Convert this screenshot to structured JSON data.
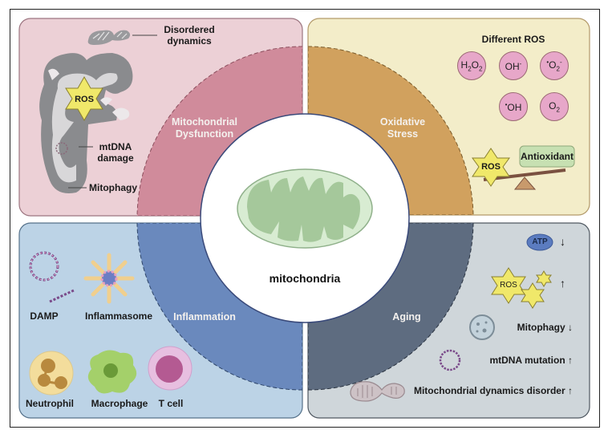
{
  "center": {
    "label": "mitochondria"
  },
  "quadrants": {
    "mitochondrial_dysfunction": {
      "ring_label_line1": "Mitochondrial",
      "ring_label_line2": "Dysfunction",
      "color": "#d08b9b",
      "panel_color": "#ecd0d6",
      "items": {
        "disordered_line1": "Disordered",
        "disordered_line2": "dynamics",
        "ros": "ROS",
        "mtdna_line1": "mtDNA",
        "mtdna_line2": "damage",
        "mitophagy": "Mitophagy"
      }
    },
    "oxidative_stress": {
      "ring_label_line1": "Oxidative",
      "ring_label_line2": "Stress",
      "color": "#d1a15e",
      "panel_color": "#f3edc9",
      "title": "Different ROS",
      "molecules": [
        {
          "base": "H",
          "sub1": "2",
          "mid": "O",
          "sub2": "2",
          "sup": "",
          "pre": ""
        },
        {
          "base": "OH",
          "sub1": "",
          "mid": "",
          "sub2": "",
          "sup": "-",
          "pre": ""
        },
        {
          "base": "O",
          "sub1": "",
          "mid": "",
          "sub2": "2",
          "sup": "-",
          "pre": "•"
        },
        {
          "base": "OH",
          "sub1": "",
          "mid": "",
          "sub2": "",
          "sup": "",
          "pre": "•"
        },
        {
          "base": "O",
          "sub1": "",
          "mid": "",
          "sub2": "2",
          "sup": "",
          "pre": ""
        }
      ],
      "molecule_labels": [
        "H2O2",
        "OH-",
        "•O2-",
        "•OH",
        "O2"
      ],
      "balance_left": "ROS",
      "balance_right": "Antioxidant"
    },
    "inflammation": {
      "ring_label": "Inflammation",
      "color": "#6a89bd",
      "panel_color": "#bcd3e6",
      "items": [
        "DAMP",
        "Inflammasome",
        "Neutrophil",
        "Macrophage",
        "T cell"
      ]
    },
    "aging": {
      "ring_label": "Aging",
      "color": "#5e6c80",
      "panel_color": "#cfd6da",
      "atp": "ATP",
      "atp_arrow": "↓",
      "ros": "ROS",
      "ros_arrow": "↑",
      "rows": [
        {
          "label": "Mitophagy",
          "arrow": "↓"
        },
        {
          "label": "mtDNA mutation",
          "arrow": "↑"
        },
        {
          "label": "Mitochondrial dynamics disorder",
          "arrow": "↑"
        }
      ]
    }
  }
}
